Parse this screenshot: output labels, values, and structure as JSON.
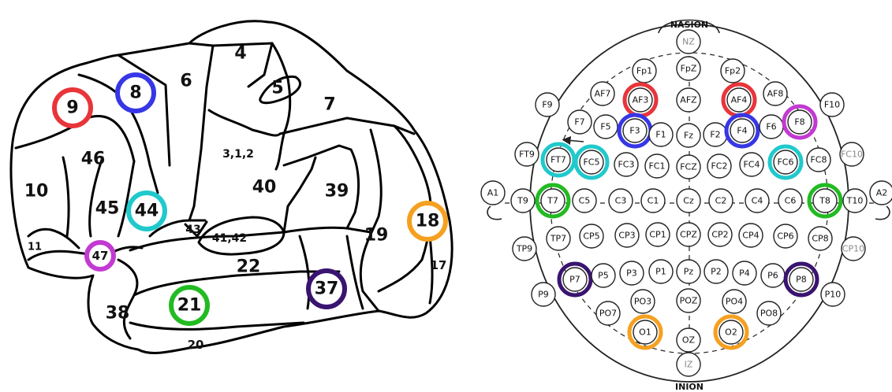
{
  "brain": {
    "areas": [
      {
        "label": "4",
        "size": 22
      },
      {
        "label": "6",
        "size": 22
      },
      {
        "label": "5",
        "size": 22
      },
      {
        "label": "7",
        "size": 22
      },
      {
        "label": "9",
        "size": 22,
        "ring": "#e8353a"
      },
      {
        "label": "8",
        "size": 22,
        "ring": "#3737e6"
      },
      {
        "label": "46",
        "size": 22
      },
      {
        "label": "3,1,2",
        "size": 14
      },
      {
        "label": "10",
        "size": 22
      },
      {
        "label": "45",
        "size": 22
      },
      {
        "label": "44",
        "size": 22,
        "ring": "#20c9cc"
      },
      {
        "label": "40",
        "size": 22
      },
      {
        "label": "39",
        "size": 22
      },
      {
        "label": "18",
        "size": 22,
        "ring": "#f5a020"
      },
      {
        "label": "43",
        "size": 14
      },
      {
        "label": "41,42",
        "size": 14
      },
      {
        "label": "19",
        "size": 22
      },
      {
        "label": "11",
        "size": 13
      },
      {
        "label": "47",
        "size": 15,
        "ring": "#c23ad1"
      },
      {
        "label": "22",
        "size": 22
      },
      {
        "label": "17",
        "size": 15
      },
      {
        "label": "21",
        "size": 22,
        "ring": "#22bb22"
      },
      {
        "label": "37",
        "size": 22,
        "ring": "#3a1470"
      },
      {
        "label": "38",
        "size": 22
      },
      {
        "label": "20",
        "size": 15
      }
    ]
  },
  "eeg": {
    "nasion": "NASION",
    "inion": "INION",
    "electrodes": [
      {
        "label": "NZ",
        "grey": true
      },
      {
        "label": "Fp1"
      },
      {
        "label": "FpZ"
      },
      {
        "label": "Fp2"
      },
      {
        "label": "AF7"
      },
      {
        "label": "AF3",
        "ring": "#e8353a"
      },
      {
        "label": "AFZ"
      },
      {
        "label": "AF4",
        "ring": "#e8353a"
      },
      {
        "label": "AF8"
      },
      {
        "label": "F9"
      },
      {
        "label": "F7"
      },
      {
        "label": "F5"
      },
      {
        "label": "F3",
        "ring": "#3737e6"
      },
      {
        "label": "F1"
      },
      {
        "label": "Fz"
      },
      {
        "label": "F2"
      },
      {
        "label": "F4",
        "ring": "#3737e6"
      },
      {
        "label": "F6"
      },
      {
        "label": "F8",
        "ring": "#c23ad1"
      },
      {
        "label": "F10"
      },
      {
        "label": "FT9"
      },
      {
        "label": "FT7",
        "ring": "#20c9cc"
      },
      {
        "label": "FC5",
        "ring": "#20c9cc"
      },
      {
        "label": "FC3"
      },
      {
        "label": "FC1"
      },
      {
        "label": "FCZ"
      },
      {
        "label": "FC2"
      },
      {
        "label": "FC4"
      },
      {
        "label": "FC6",
        "ring": "#20c9cc"
      },
      {
        "label": "FC8"
      },
      {
        "label": "FC10",
        "grey": true
      },
      {
        "label": "A1"
      },
      {
        "label": "T9"
      },
      {
        "label": "T7",
        "ring": "#22bb22"
      },
      {
        "label": "C5"
      },
      {
        "label": "C3"
      },
      {
        "label": "C1"
      },
      {
        "label": "Cz"
      },
      {
        "label": "C2"
      },
      {
        "label": "C4"
      },
      {
        "label": "C6"
      },
      {
        "label": "T8",
        "ring": "#22bb22"
      },
      {
        "label": "T10"
      },
      {
        "label": "A2"
      },
      {
        "label": "TP9"
      },
      {
        "label": "TP7"
      },
      {
        "label": "CP5"
      },
      {
        "label": "CP3"
      },
      {
        "label": "CP1"
      },
      {
        "label": "CPZ"
      },
      {
        "label": "CP2"
      },
      {
        "label": "CP4"
      },
      {
        "label": "CP6"
      },
      {
        "label": "CP8"
      },
      {
        "label": "CP10",
        "grey": true
      },
      {
        "label": "P9"
      },
      {
        "label": "P7",
        "ring": "#3a1470"
      },
      {
        "label": "P5"
      },
      {
        "label": "P3"
      },
      {
        "label": "P1"
      },
      {
        "label": "Pz"
      },
      {
        "label": "P2"
      },
      {
        "label": "P4"
      },
      {
        "label": "P6"
      },
      {
        "label": "P8",
        "ring": "#3a1470"
      },
      {
        "label": "P10"
      },
      {
        "label": "PO7"
      },
      {
        "label": "PO3"
      },
      {
        "label": "POZ"
      },
      {
        "label": "PO4"
      },
      {
        "label": "PO8"
      },
      {
        "label": "O1",
        "ring": "#f5a020"
      },
      {
        "label": "OZ"
      },
      {
        "label": "O2",
        "ring": "#f5a020"
      },
      {
        "label": "IZ",
        "grey": true
      }
    ]
  }
}
